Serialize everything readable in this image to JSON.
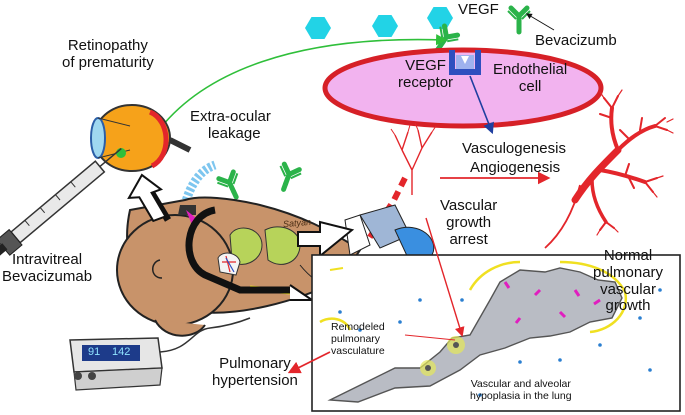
{
  "labels": {
    "retinopathy": [
      "Retinopathy",
      "of prematurity"
    ],
    "extraocular": [
      "Extra-ocular",
      "leakage"
    ],
    "vegf": "VEGF",
    "bevacizumab": "Bevacizumb",
    "vegf_receptor": [
      "VEGF",
      "receptor"
    ],
    "endothelial": [
      "Endothelial",
      "cell"
    ],
    "vasculogenesis": "Vasculogenesis",
    "angiogenesis": "Angiogenesis",
    "vascular_arrest": [
      "Vascular",
      "growth",
      "arrest"
    ],
    "normal_growth": [
      "Normal",
      "pulmonary",
      "vascular",
      "growth"
    ],
    "intravitreal": [
      "Intravitreal",
      "Bevacizumab"
    ],
    "remodeled": [
      "Remodeled",
      "pulmonary",
      "vasculature"
    ],
    "hypoplasia": [
      "Vascular and alveolar",
      "hypoplasia in the lung"
    ],
    "pulm_htn": [
      "Pulmonary",
      "hypertension"
    ],
    "monitor": {
      "left_reading": "91",
      "right_reading": "142"
    },
    "signature": "Satyan"
  },
  "colors": {
    "vegf_hexagon": "#22d3e6",
    "antibody": "#2bb34a",
    "cell_fill": "#f2b3ef",
    "cell_border": "#d62027",
    "receptor": "#2e4fbf",
    "vessel_red": "#e3262b",
    "skin": "#c8936a",
    "arrow_green": "#2fbf3a",
    "arrow_blue": "#1f3fa0",
    "lung_gray": "#b9bcc4",
    "lung_border_yellow": "#f0e021"
  },
  "icons": [
    "vegf-hexagon-icon",
    "bevacizumab-antibody-icon",
    "eye-icon",
    "syringe-icon",
    "pulse-oximeter-icon",
    "infant-icon",
    "lung-icon",
    "vascular-tree-icon"
  ]
}
